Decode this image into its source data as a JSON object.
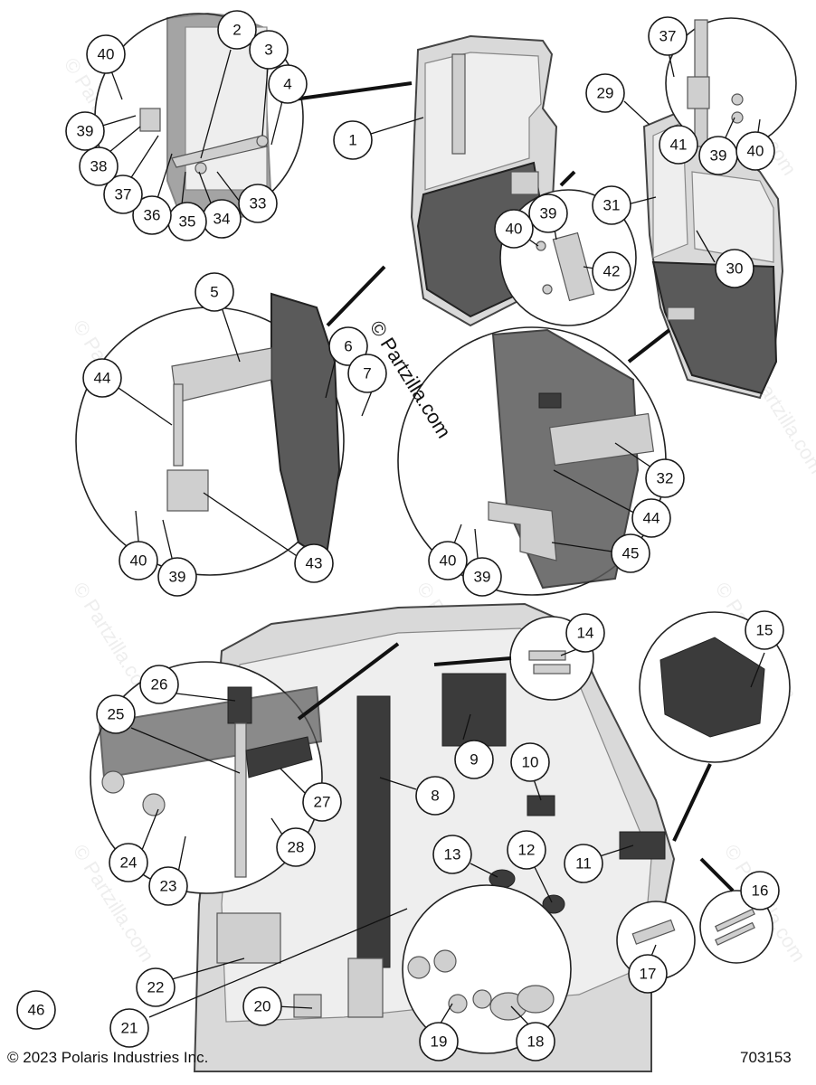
{
  "watermark": "© Partzilla.com",
  "copyright": "© 2023 Polaris Industries Inc.",
  "figure_id": "703153",
  "callouts": [
    "1",
    "2",
    "3",
    "4",
    "5",
    "6",
    "7",
    "8",
    "9",
    "10",
    "11",
    "12",
    "13",
    "14",
    "15",
    "16",
    "17",
    "18",
    "19",
    "20",
    "21",
    "22",
    "23",
    "24",
    "25",
    "26",
    "27",
    "28",
    "29",
    "30",
    "31",
    "32",
    "33",
    "34",
    "35",
    "36",
    "37",
    "38",
    "39",
    "40",
    "41",
    "42",
    "43",
    "44",
    "45",
    "46"
  ]
}
